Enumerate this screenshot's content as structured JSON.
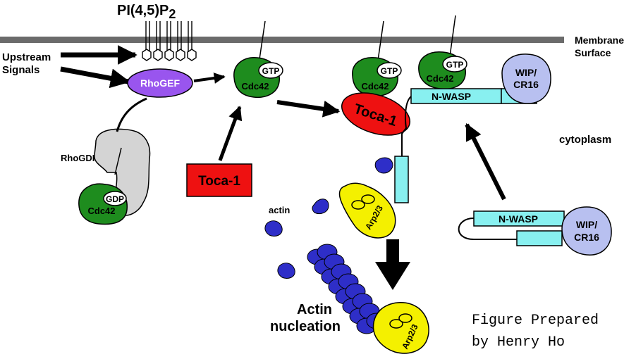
{
  "labels": {
    "pip2": "PI(4,5)P",
    "pip2_sub": "2",
    "membrane_line1": "Membrane",
    "membrane_line2": "Surface",
    "upstream_line1": "Upstream",
    "upstream_line2": "Signals",
    "rhogef": "RhoGEF",
    "rhogdi": "RhoGDI",
    "gdp": "GDP",
    "gtp": "GTP",
    "cdc42": "Cdc42",
    "toca1": "Toca-1",
    "nwasp": "N-WASP",
    "wip_line1": "WIP/",
    "wip_line2": "CR16",
    "cytoplasm": "cytoplasm",
    "actin": "actin",
    "arp23": "Arp2/3",
    "nucleation_line1": "Actin",
    "nucleation_line2": "nucleation",
    "credit_line1": "Figure Prepared",
    "credit_line2": "by Henry Ho"
  },
  "colors": {
    "membrane": "#6b6b6b",
    "cdc42_green": "#1e8c1e",
    "rhogef_purple": "#9955ee",
    "rhogdi_gray": "#d4d4d4",
    "toca1_red": "#ee1111",
    "nwasp_cyan": "#88f0f0",
    "wip_lavender": "#b8c0f0",
    "actin_blue": "#2e2ec8",
    "arp_yellow": "#f4f000",
    "ink": "#000000"
  }
}
